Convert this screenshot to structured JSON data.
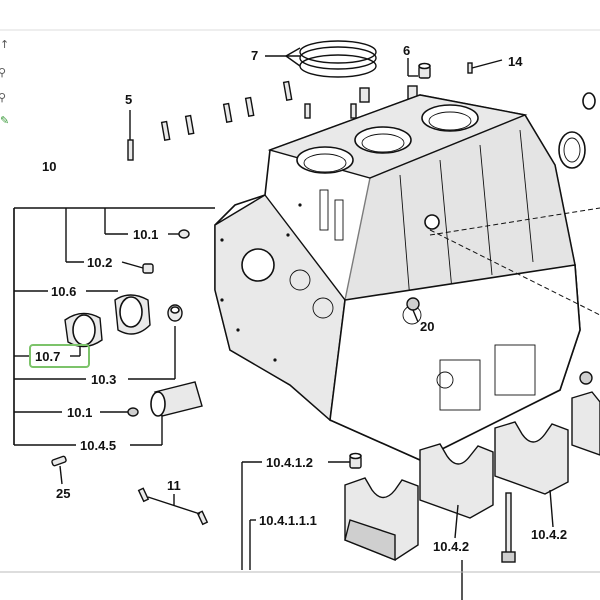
{
  "labels": {
    "l10": "10",
    "l5": "5",
    "l7": "7",
    "l6": "6",
    "l14": "14",
    "l10_1_top": "10.1",
    "l10_2": "10.2",
    "l10_6": "10.6",
    "l10_7": "10.7",
    "l10_3": "10.3",
    "l10_1_bot": "10.1",
    "l10_4_5": "10.4.5",
    "l25": "25",
    "l11": "11",
    "l10_4_1_2": "10.4.1.2",
    "l10_4_1_1_1": "10.4.1.1.1",
    "l10_4_2a": "10.4.2",
    "l10_4_2b": "10.4.2",
    "l20": "20"
  },
  "highlight": {
    "color": "#7cc36a",
    "target": "10.7"
  },
  "sidebar_icons": [
    "arrow-icon",
    "zoom-in-icon",
    "zoom-out-icon",
    "pencil-icon"
  ]
}
